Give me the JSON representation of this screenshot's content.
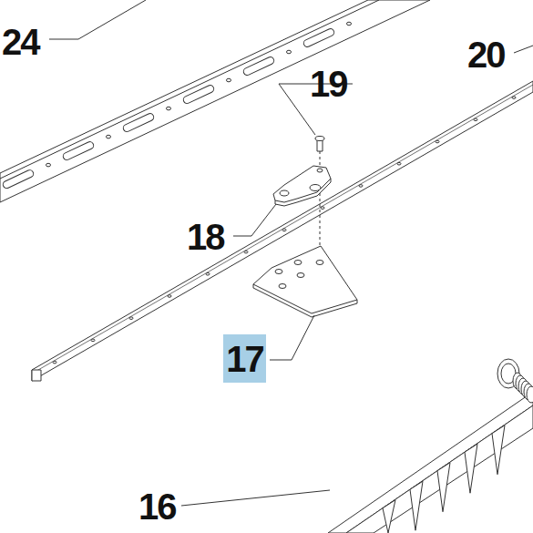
{
  "diagram": {
    "nodes": [
      {
        "text": [
          "17"
        ]
      }
    ],
    "edges": [],
    "labels": [
      "24",
      "20",
      "19",
      "18",
      "16"
    ]
  }
}
